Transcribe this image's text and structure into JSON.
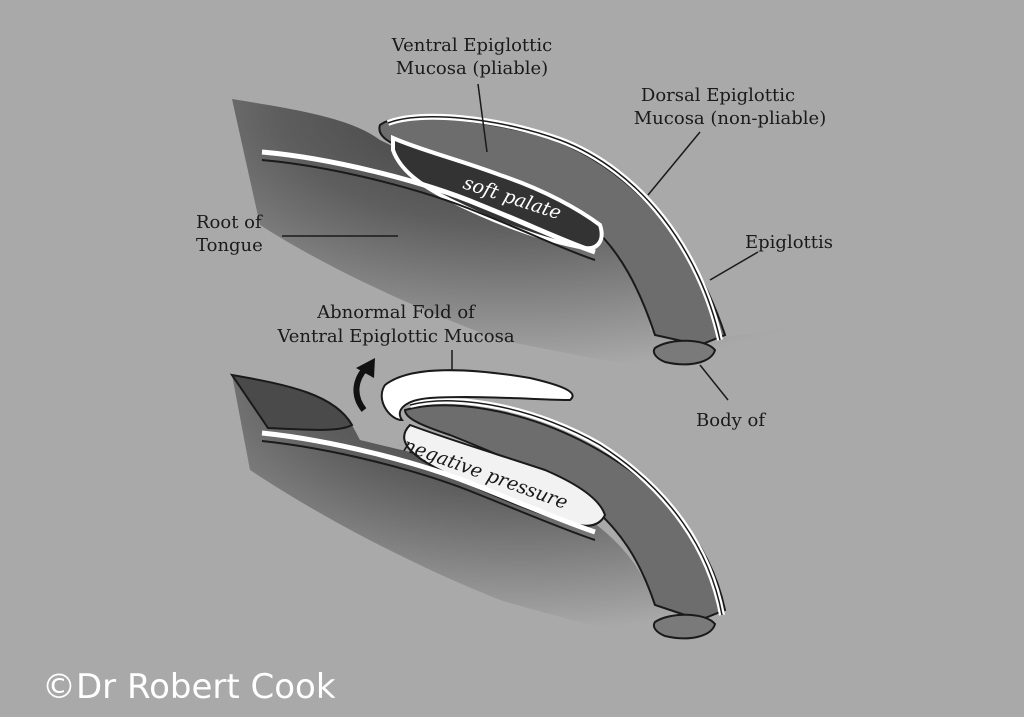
{
  "labels": {
    "ventral_line1": "Ventral Epiglottic",
    "ventral_line2": "Mucosa (pliable)",
    "dorsal_line1": "Dorsal Epiglottic",
    "dorsal_line2": "Mucosa (non-pliable)",
    "root_line1": "Root of",
    "root_line2": "Tongue",
    "epiglottis": "Epiglottis",
    "abnormal_line1": "Abnormal Fold of",
    "abnormal_line2": "Ventral Epiglottic Mucosa",
    "body_of": "Body of",
    "soft_palate": "soft palate",
    "negative_pressure": "negative pressure"
  },
  "watermark": "©Dr Robert Cook"
}
